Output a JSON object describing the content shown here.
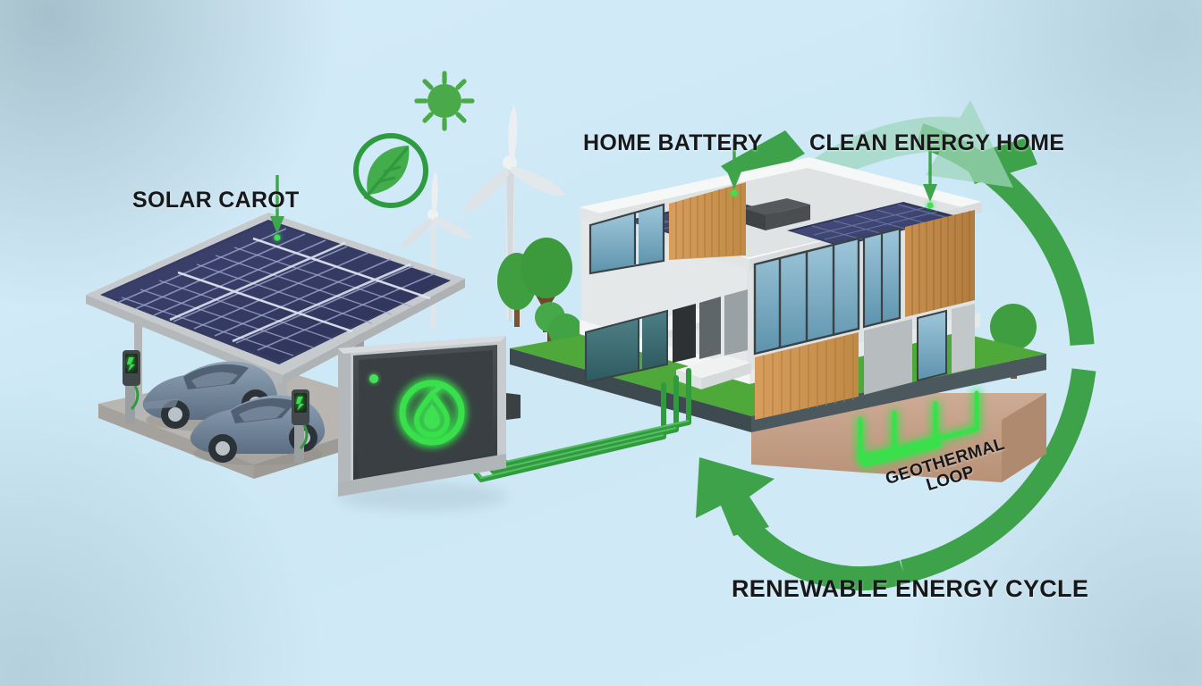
{
  "scene": {
    "title": "Renewable Energy Cycle",
    "background_color": "#cfe9f6",
    "accent_green": "#3ea24a",
    "accent_green_light": "#9ed6bb",
    "glow_green": "#35e04a"
  },
  "labels": {
    "solar_carport": "SOLAR CAROT",
    "home_battery": "HOME BATTERY",
    "clean_energy_home": "CLEAN ENERGY HOME",
    "geothermal_loop_line1": "GEOTHERMAL",
    "geothermal_loop_line2": "LOOP",
    "renewable_energy_cycle": "RENEWABLE ENERGY CYCLE"
  },
  "icons": {
    "sun": "sun-icon",
    "eco_leaf": "leaf-in-circle-icon",
    "battery_status_led": "status-led-icon",
    "battery_energy": "energy-drop-icon"
  },
  "objects": {
    "carport": {
      "name": "solar-carport",
      "panels_rows": 7,
      "panels_cols": 9,
      "cars": 2,
      "chargers": 2
    },
    "house": {
      "name": "clean-energy-home",
      "floors": 2,
      "roof_solar_arrays": 2,
      "hvac_units": 1
    },
    "battery": {
      "name": "home-battery-unit"
    },
    "turbines": {
      "name": "wind-turbines",
      "count": 2
    },
    "trees": {
      "name": "trees",
      "count": 7
    },
    "geothermal": {
      "name": "geothermal-loop-pipes"
    },
    "cables": {
      "name": "power-cables",
      "count": 3
    }
  }
}
